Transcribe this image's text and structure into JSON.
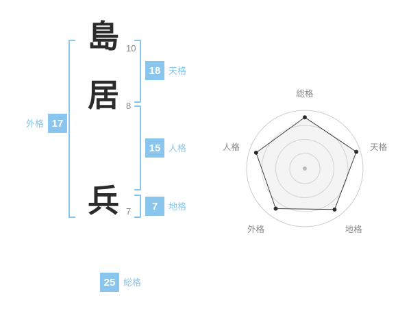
{
  "name": {
    "chars": [
      {
        "glyph": "島",
        "strokes": "10"
      },
      {
        "glyph": "居",
        "strokes": "8"
      },
      {
        "glyph": "兵",
        "strokes": "7"
      }
    ]
  },
  "scores": {
    "tenkaku": {
      "value": "18",
      "label": "天格"
    },
    "jinkaku": {
      "value": "15",
      "label": "人格"
    },
    "chikaku": {
      "value": "7",
      "label": "地格"
    },
    "gaikaku": {
      "value": "17",
      "label": "外格"
    },
    "soukaku": {
      "value": "25",
      "label": "総格"
    }
  },
  "colors": {
    "accent": "#89C5EC",
    "badge_text": "#FFFFFF",
    "char_text": "#2B2B2B",
    "stroke_text": "#888888",
    "chart_ring": "#DCDCDC",
    "chart_outer_ring": "#CCCCCC",
    "chart_line": "#3F3F3F",
    "chart_dot": "#2E2E2E",
    "chart_center_dot": "#C2C2C2",
    "chart_fill": "rgba(0,0,0,0.045)",
    "chart_label": "#8A8A8A"
  },
  "chart_data": {
    "type": "radar",
    "title": "",
    "categories": [
      "総格",
      "天格",
      "地格",
      "外格",
      "人格"
    ],
    "values": [
      25,
      18,
      7,
      17,
      15
    ],
    "radius_ratios": [
      0.88,
      0.93,
      0.87,
      0.85,
      0.88
    ],
    "ring_ratios": [
      0.26,
      0.5,
      0.74,
      1.0
    ],
    "grid": "circular",
    "legend": "none"
  }
}
